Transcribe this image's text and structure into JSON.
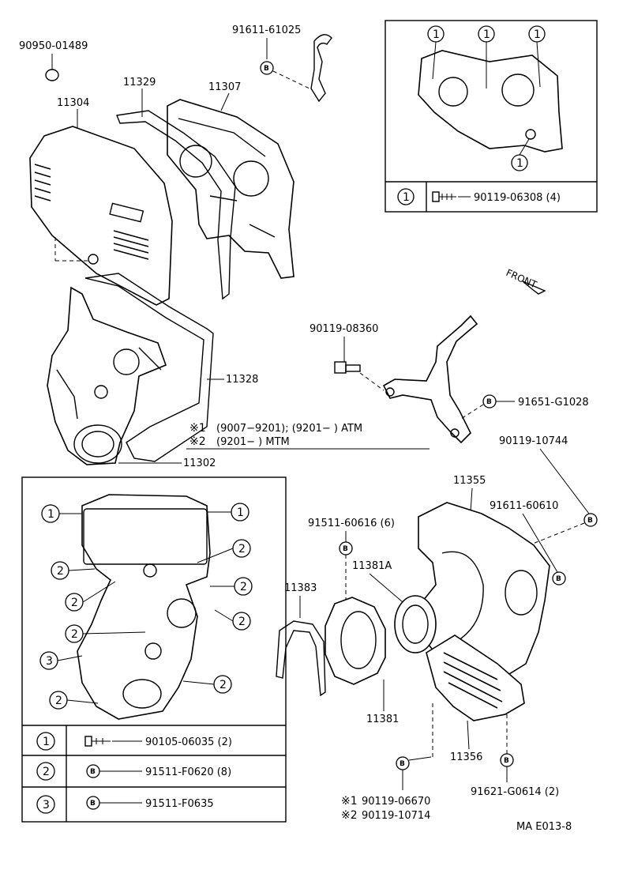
{
  "parts": {
    "p90950": "90950-01489",
    "p91611_61025": "91611-61025",
    "p11329": "11329",
    "p11307": "11307",
    "p11304": "11304",
    "p11328": "11328",
    "p11302": "11302",
    "p90119_08360": "90119-08360",
    "p91651": "91651-G1028",
    "p90119_10744": "90119-10744",
    "p11355": "11355",
    "p91611_60610": "91611-60610",
    "p91511_60616": "91511-60616 (6)",
    "p11381A": "11381A",
    "p11383": "11383",
    "p11381": "11381",
    "p11356": "11356",
    "p91621": "91621-G0614 (2)"
  },
  "notes": {
    "n1_mark": "※1",
    "n1_text": "(9007−9201); (9201−        ) ATM",
    "n2_mark": "※2",
    "n2_text": "(9201−        ) MTM",
    "b1_mark": "※1",
    "b1_text": "90119-06670",
    "b2_mark": "※2",
    "b2_text": "90119-10714"
  },
  "markers": {
    "one": "1",
    "two": "2",
    "three": "3",
    "b": "B"
  },
  "top_right_box": {
    "row1_ref": "1",
    "row1_part": "90119-06308 (4)"
  },
  "left_box": {
    "row1_ref": "1",
    "row1_part": "90105-06035 (2)",
    "row2_ref": "2",
    "row2_part": "91511-F0620 (8)",
    "row3_ref": "3",
    "row3_part": "91511-F0635"
  },
  "front_label": "FRONT",
  "diagram_code": "MA E013-8"
}
